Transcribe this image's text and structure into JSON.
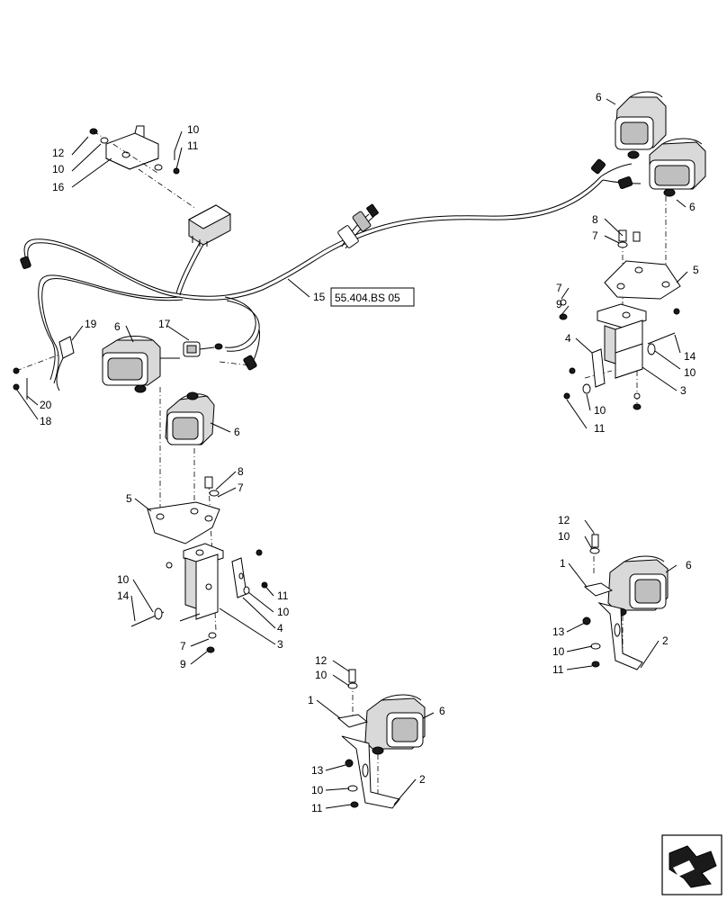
{
  "reference": {
    "prefix": "15",
    "code": "55.404.BS 05"
  },
  "callouts": {
    "c6a": "6",
    "c6b": "6",
    "c6c": "6",
    "c6d": "6",
    "c6e": "6",
    "c6f": "6",
    "c8a": "8",
    "c7a": "7",
    "c5a": "5",
    "c7b": "7",
    "c9a": "9",
    "c4a": "4",
    "c14a": "14",
    "c10a": "10",
    "c3a": "3",
    "c10b": "10",
    "c11a": "11",
    "c10c": "10",
    "c11b": "11",
    "c12a": "12",
    "c10d": "10",
    "c16a": "16",
    "c19a": "19",
    "c17a": "17",
    "c20a": "20",
    "c18a": "18",
    "c8b": "8",
    "c7c": "7",
    "c5b": "5",
    "c10e": "10",
    "c14b": "14",
    "c11c": "11",
    "c10f": "10",
    "c4b": "4",
    "c3b": "3",
    "c7d": "7",
    "c9b": "9",
    "c12b": "12",
    "c10g": "10",
    "c1a": "1",
    "c13a": "13",
    "c10h": "10",
    "c11d": "11",
    "c2a": "2",
    "c12c": "12",
    "c10i": "10",
    "c1b": "1",
    "c13b": "13",
    "c10j": "10",
    "c11e": "11",
    "c2b": "2"
  },
  "nav_icon": "arrow-icon"
}
